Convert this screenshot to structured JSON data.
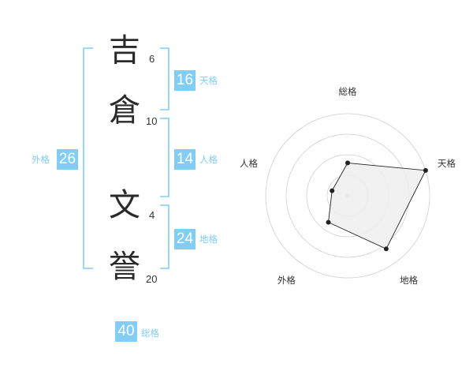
{
  "name": {
    "surname": [
      {
        "char": "吉",
        "strokes": "6"
      },
      {
        "char": "倉",
        "strokes": "10"
      }
    ],
    "given": [
      {
        "char": "文",
        "strokes": "4"
      },
      {
        "char": "誉",
        "strokes": "20"
      }
    ]
  },
  "kakusu": {
    "tenkaku": {
      "value": "16",
      "label": "天格"
    },
    "jinkaku": {
      "value": "14",
      "label": "人格"
    },
    "chikaku": {
      "value": "24",
      "label": "地格"
    },
    "gaikaku": {
      "value": "26",
      "label": "外格"
    },
    "soukaku": {
      "value": "40",
      "label": "総格"
    }
  },
  "colors": {
    "accent": "#82cdf5",
    "radar_fill": "#efefef",
    "radar_line": "#222222",
    "grid": "#cfcfcf"
  },
  "chart_data": {
    "type": "radar",
    "axes": [
      "総格",
      "天格",
      "地格",
      "外格",
      "人格"
    ],
    "values": [
      2,
      5,
      4,
      2,
      1
    ],
    "max": 5,
    "rings": 4
  }
}
